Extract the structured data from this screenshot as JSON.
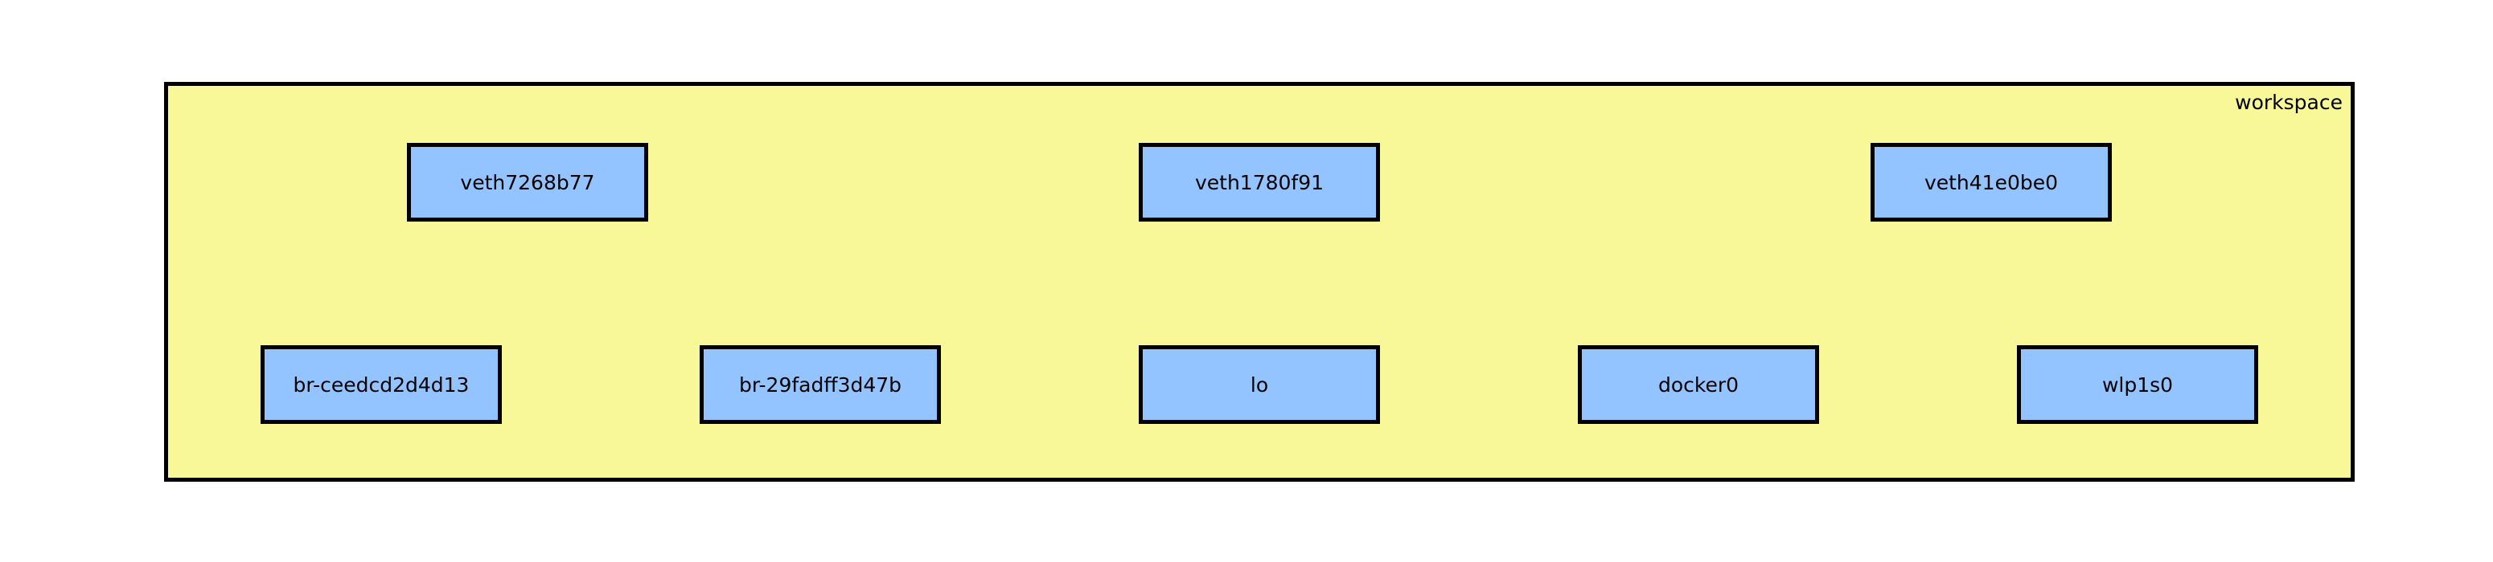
{
  "cluster": {
    "label": "workspace",
    "fill_color": "#f8f899",
    "border_color": "#000000"
  },
  "node_fill_color": "#94c4ff",
  "nodes": {
    "row1": [
      "veth7268b77",
      "veth1780f91",
      "veth41e0be0"
    ],
    "row2": [
      "br-ceedcd2d4d13",
      "br-29fadff3d47b",
      "lo",
      "docker0",
      "wlp1s0"
    ]
  }
}
